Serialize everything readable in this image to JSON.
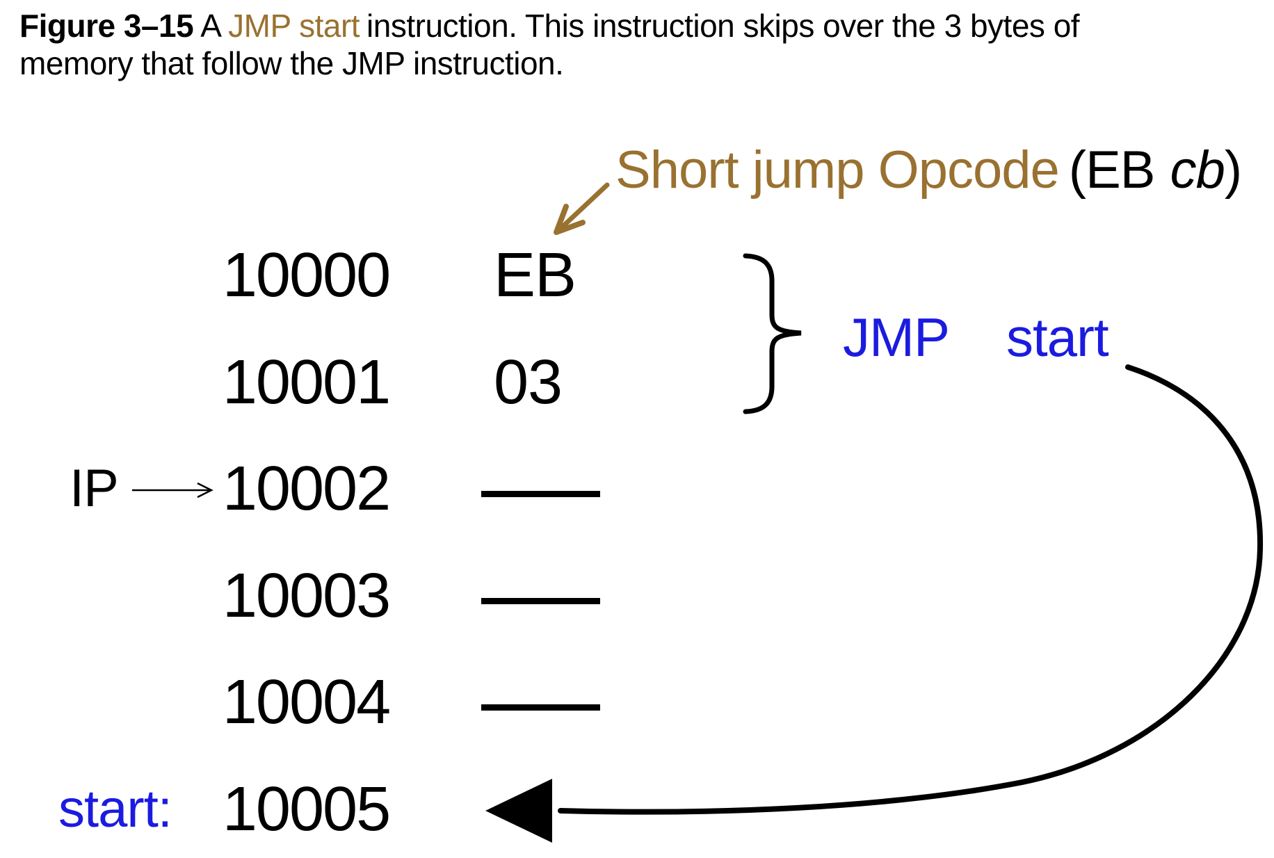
{
  "colors": {
    "highlight_brown": "#997130",
    "label_blue": "#1b1be0",
    "text_black": "#000000",
    "background": "#ffffff"
  },
  "caption": {
    "figure_label": "Figure 3–15",
    "pre_highlight": "A",
    "highlight": "JMP start",
    "line1_rest": "instruction. This instruction skips over the 3 bytes of",
    "line2": "memory that follow the JMP instruction."
  },
  "annotation": {
    "label": "Short jump Opcode",
    "code_open": "(EB",
    "code_operand_italic": "cb",
    "code_close": ")"
  },
  "memory": {
    "ip_label": "IP",
    "start_label": "start:",
    "instruction": {
      "mnemonic": "JMP",
      "operand": "start"
    },
    "rows": [
      {
        "address": "10000",
        "value": "EB"
      },
      {
        "address": "10001",
        "value": "03"
      },
      {
        "address": "10002",
        "value": ""
      },
      {
        "address": "10003",
        "value": ""
      },
      {
        "address": "10004",
        "value": ""
      },
      {
        "address": "10005",
        "value": ""
      }
    ]
  }
}
